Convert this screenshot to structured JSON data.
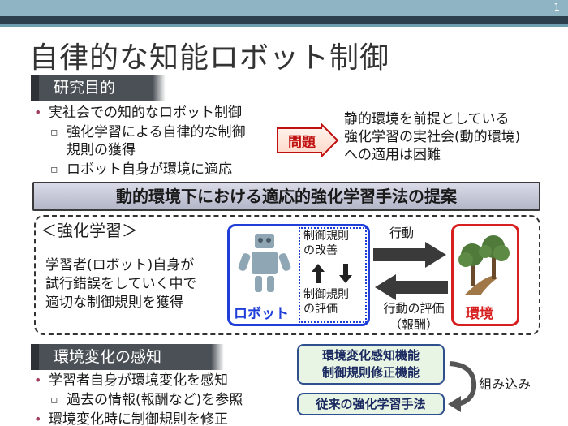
{
  "slide_number": "1",
  "title": "自律的な知能ロボット制御",
  "section_purpose": "研究目的",
  "purpose_bullets": {
    "b1": "実社会での知的なロボット制御",
    "b1a": "強化学習による自律的な制御",
    "b1a_cont": "規則の獲得",
    "b1b": "ロボット自身が環境に適応"
  },
  "problem_label": "問題",
  "problem_desc": [
    "静的環境を前提としている",
    "強化学習の実社会(動的環境)",
    "への適用は困難"
  ],
  "proposal": "動的環境下における適応的強化学習手法の提案",
  "rl": {
    "heading": "＜強化学習＞",
    "desc": [
      "学習者(ロボット)自身が",
      "試行錯誤をしていく中で",
      "適切な制御規則を獲得"
    ],
    "robot_label": "ロボット",
    "rule_top": [
      "制御規則",
      "の改善"
    ],
    "rule_bottom": [
      "制御規則",
      "の評価"
    ],
    "env_label": "環境",
    "action_label": "行動",
    "eval_label": [
      "行動の評価",
      "（報酬）"
    ]
  },
  "section_detect": "環境変化の感知",
  "detect_bullets": {
    "b1": "学習者自身が環境変化を感知",
    "b1a": "過去の情報(報酬など)を参照",
    "b2": "環境変化時に制御規則を修正"
  },
  "features": [
    "環境変化感知機能",
    "制御規則修正機能"
  ],
  "legacy": "従来の強化学習手法",
  "incorporate": "組み込み",
  "colors": {
    "robot_blue": "#1f3fd8",
    "env_red": "#d81f1f",
    "problem_red": "#c01010"
  },
  "icons": [
    "robot-icon",
    "trees-icon",
    "right-arrow-icon",
    "left-arrow-icon",
    "up-arrow-icon",
    "down-arrow-icon",
    "curved-arrow-icon"
  ]
}
